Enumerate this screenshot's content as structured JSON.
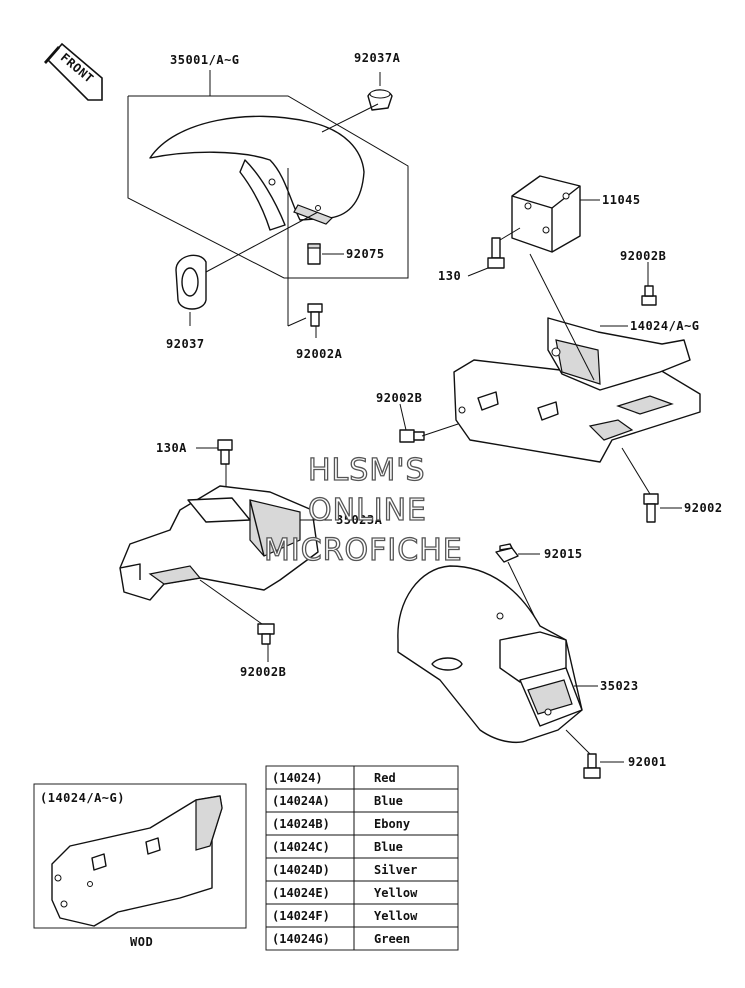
{
  "front_badge": "FRONT",
  "watermark": {
    "line1": "HLSM'S",
    "line2": "ONLINE",
    "line3": "MICROFICHE"
  },
  "callouts": {
    "c35001": "35001/A~G",
    "c92037A": "92037A",
    "c92075": "92075",
    "c92037": "92037",
    "c92002A": "92002A",
    "c11045": "11045",
    "c130": "130",
    "c92002B_top": "92002B",
    "c14024": "14024/A~G",
    "c92002B_mid": "92002B",
    "c92002": "92002",
    "c130A": "130A",
    "c35023A": "35023A",
    "c92015": "92015",
    "c92002B_low": "92002B",
    "c35023": "35023",
    "c92001": "92001"
  },
  "inset": {
    "title": "(14024/A~G)",
    "caption": "WOD"
  },
  "color_table": [
    {
      "code": "(14024)",
      "color": "Red"
    },
    {
      "code": "(14024A)",
      "color": "Blue"
    },
    {
      "code": "(14024B)",
      "color": "Ebony"
    },
    {
      "code": "(14024C)",
      "color": "Blue"
    },
    {
      "code": "(14024D)",
      "color": "Silver"
    },
    {
      "code": "(14024E)",
      "color": "Yellow"
    },
    {
      "code": "(14024F)",
      "color": "Yellow"
    },
    {
      "code": "(14024G)",
      "color": "Green"
    }
  ]
}
